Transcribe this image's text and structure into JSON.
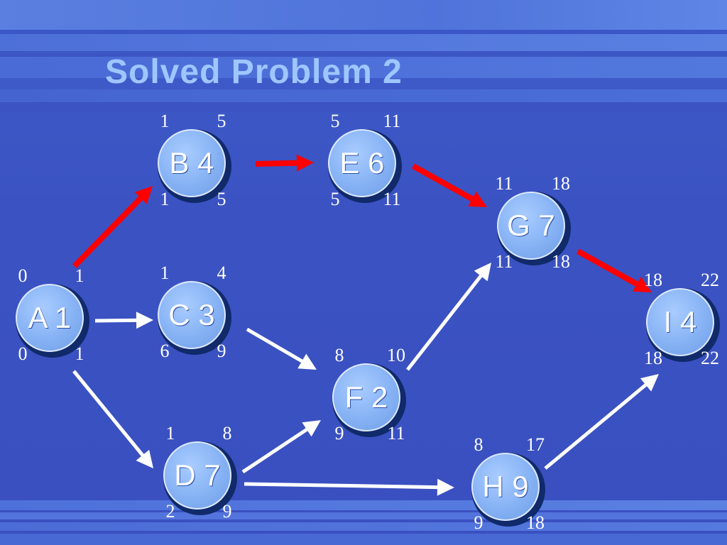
{
  "title": "Solved Problem 2",
  "colors": {
    "critical": "#ff0000",
    "normal": "#ffffff",
    "node": "#8fb8f7",
    "background": "#3e56c6"
  },
  "nodes": {
    "A": {
      "label": "A 1",
      "es": "0",
      "ef": "1",
      "ls": "0",
      "lf": "1"
    },
    "B": {
      "label": "B 4",
      "es": "1",
      "ef": "5",
      "ls": "1",
      "lf": "5"
    },
    "C": {
      "label": "C 3",
      "es": "1",
      "ef": "4",
      "ls": "6",
      "lf": "9"
    },
    "D": {
      "label": "D 7",
      "es": "1",
      "ef": "8",
      "ls": "2",
      "lf": "9"
    },
    "E": {
      "label": "E 6",
      "es": "5",
      "ef": "11",
      "ls": "5",
      "lf": "11"
    },
    "F": {
      "label": "F 2",
      "es": "8",
      "ef": "10",
      "ls": "9",
      "lf": "11"
    },
    "G": {
      "label": "G 7",
      "es": "11",
      "ef": "18",
      "ls": "11",
      "lf": "18"
    },
    "H": {
      "label": "H 9",
      "es": "8",
      "ef": "17",
      "ls": "9",
      "lf": "18"
    },
    "I": {
      "label": "I 4",
      "es": "18",
      "ef": "22",
      "ls": "18",
      "lf": "22"
    }
  },
  "edges": [
    {
      "from": "A",
      "to": "B",
      "critical": true
    },
    {
      "from": "B",
      "to": "E",
      "critical": true
    },
    {
      "from": "E",
      "to": "G",
      "critical": true
    },
    {
      "from": "G",
      "to": "I",
      "critical": true
    },
    {
      "from": "A",
      "to": "C",
      "critical": false
    },
    {
      "from": "A",
      "to": "D",
      "critical": false
    },
    {
      "from": "C",
      "to": "F",
      "critical": false
    },
    {
      "from": "D",
      "to": "F",
      "critical": false
    },
    {
      "from": "D",
      "to": "H",
      "critical": false
    },
    {
      "from": "F",
      "to": "G",
      "critical": false
    },
    {
      "from": "H",
      "to": "I",
      "critical": false
    }
  ]
}
